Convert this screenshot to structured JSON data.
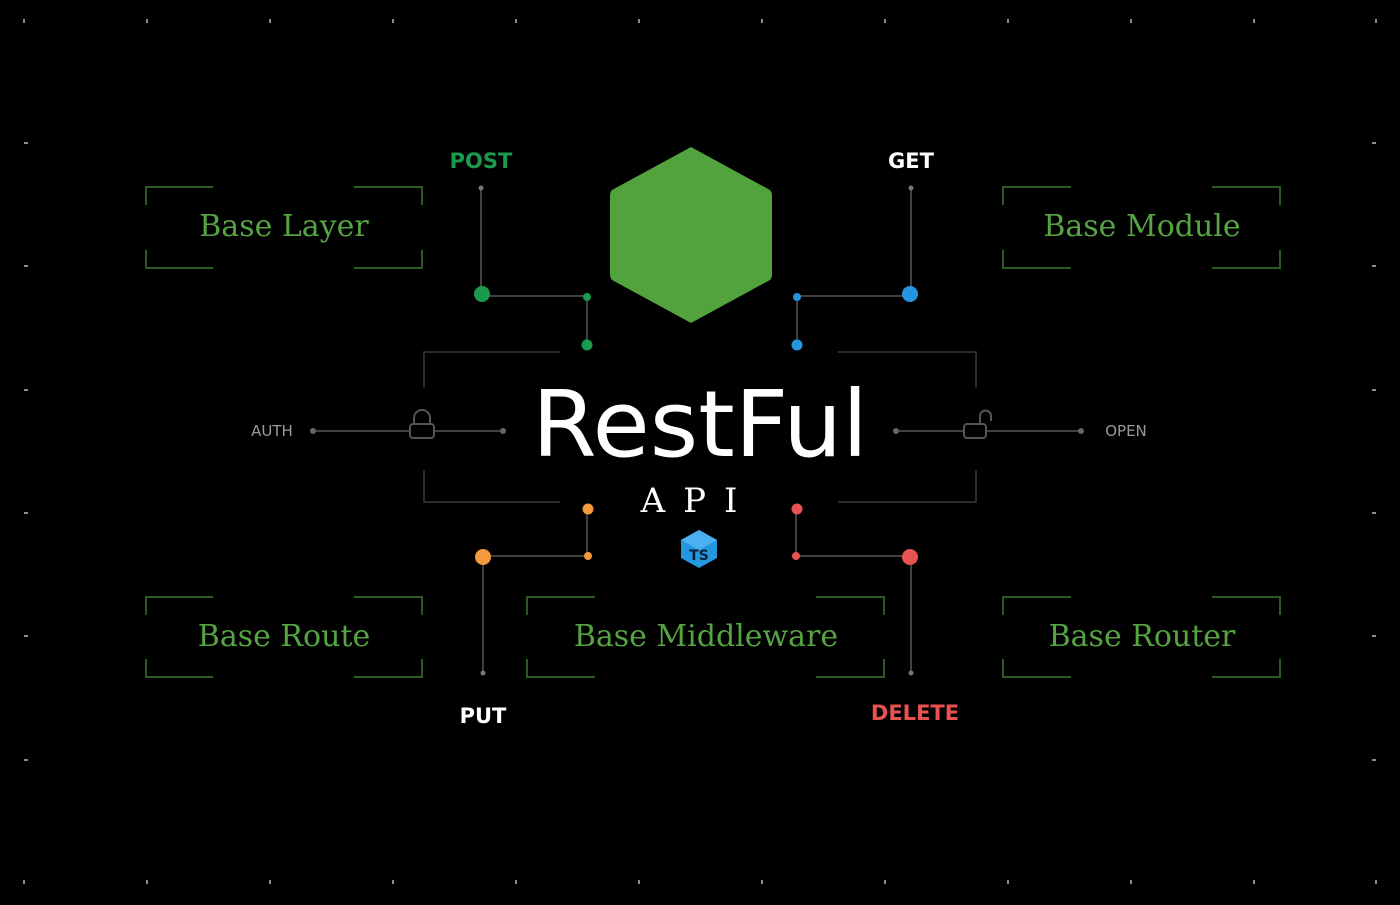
{
  "title": "RestFul",
  "subtitle": "API",
  "ts_badge": "TS",
  "methods": {
    "post": "POST",
    "get": "GET",
    "put": "PUT",
    "delete": "DELETE"
  },
  "access": {
    "auth": "AUTH",
    "open": "OPEN"
  },
  "boxes": {
    "base_layer": "Base Layer",
    "base_module": "Base Module",
    "base_route": "Base Route",
    "base_middleware": "Base Middleware",
    "base_router": "Base Router"
  },
  "colors": {
    "background": "#000000",
    "hexagon": "#52a23e",
    "box_text": "#56a343",
    "box_frame": "#2b5a23",
    "post": "#1a9a4c",
    "get": "#2596e0",
    "put": "#f39a3c",
    "delete": "#e85250",
    "connector": "#555555",
    "access_text": "#9a9a9a",
    "title": "#ffffff"
  },
  "icons": {
    "hexagon": "nodejs-hexagon-icon",
    "lock_closed": "lock-icon",
    "lock_open": "unlock-icon",
    "ts": "typescript-cube-icon"
  }
}
